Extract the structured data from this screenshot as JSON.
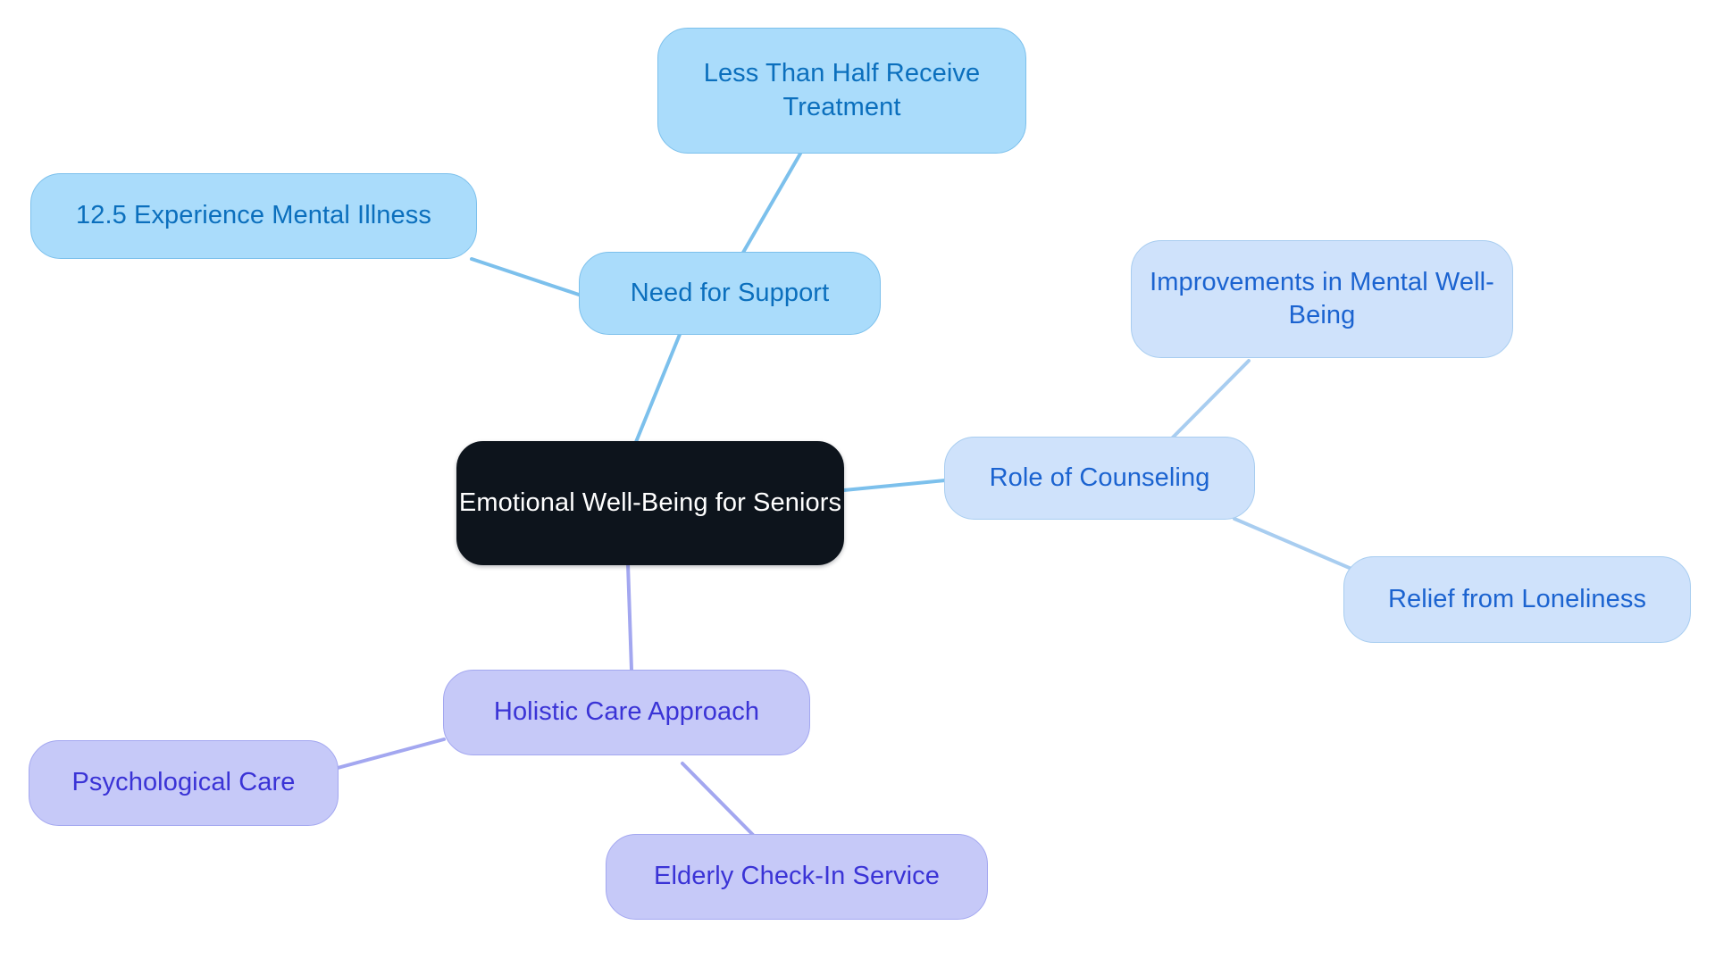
{
  "diagram": {
    "type": "mindmap",
    "title": "Emotional Well-Being for Seniors",
    "background_color": "#ffffff",
    "palette": {
      "root_fill": "#0d141c",
      "root_text": "#ffffff",
      "blue_strong_fill": "#aadcfb",
      "blue_strong_border": "#7cc0ec",
      "blue_strong_text": "#0b6fbd",
      "blue_pale_fill": "#cfe2fb",
      "blue_pale_border": "#a8cdf0",
      "blue_pale_text": "#1b63d0",
      "purple_fill": "#c6c9f8",
      "purple_border": "#a3a7f0",
      "purple_text": "#3a33d6",
      "edge_blue_strong": "#7cc0ec",
      "edge_blue_pale": "#a8cdf0",
      "edge_purple": "#a3a7f0"
    }
  },
  "nodes": {
    "root": {
      "label": "Emotional Well-Being for Seniors"
    },
    "need_for_support": {
      "label": "Need for Support"
    },
    "less_than_half": {
      "label": "Less Than Half Receive Treatment"
    },
    "experience_mental_illness": {
      "label": "12.5 Experience Mental Illness"
    },
    "role_of_counseling": {
      "label": "Role of Counseling"
    },
    "improvements_well_being": {
      "label": "Improvements in Mental Well-Being"
    },
    "relief_from_loneliness": {
      "label": "Relief from Loneliness"
    },
    "holistic_care": {
      "label": "Holistic Care Approach"
    },
    "psychological_care": {
      "label": "Psychological Care"
    },
    "elderly_check_in": {
      "label": "Elderly Check-In Service"
    }
  },
  "branches": [
    {
      "name": "Need for Support",
      "color": "#7cc0ec",
      "children": [
        "Less Than Half Receive Treatment",
        "12.5 Experience Mental Illness"
      ]
    },
    {
      "name": "Role of Counseling",
      "color": "#a8cdf0",
      "children": [
        "Improvements in Mental Well-Being",
        "Relief from Loneliness"
      ]
    },
    {
      "name": "Holistic Care Approach",
      "color": "#a3a7f0",
      "children": [
        "Psychological Care",
        "Elderly Check-In Service"
      ]
    }
  ]
}
